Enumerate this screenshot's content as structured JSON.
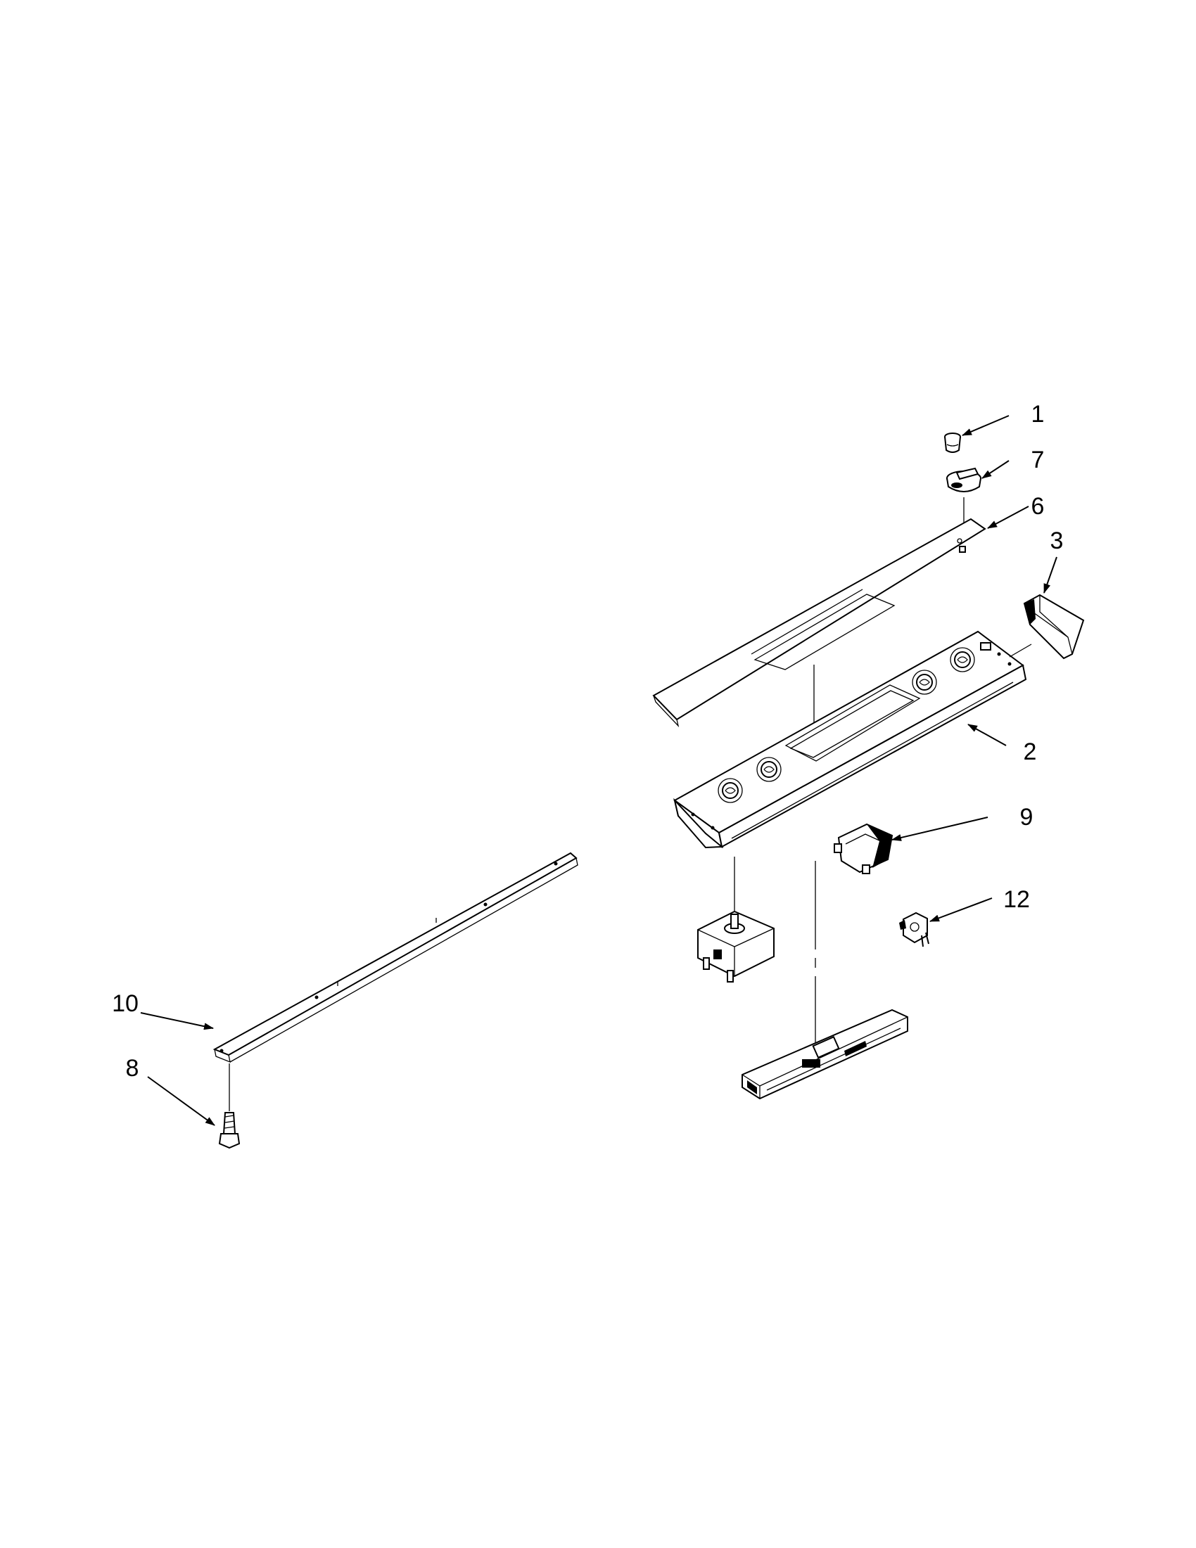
{
  "callouts": [
    {
      "id": "c1",
      "number": "1"
    },
    {
      "id": "c7",
      "number": "7"
    },
    {
      "id": "c6",
      "number": "6"
    },
    {
      "id": "c3",
      "number": "3"
    },
    {
      "id": "c2",
      "number": "2"
    },
    {
      "id": "c9",
      "number": "9"
    },
    {
      "id": "c12",
      "number": "12"
    },
    {
      "id": "c10",
      "number": "10"
    },
    {
      "id": "c8",
      "number": "8"
    }
  ]
}
